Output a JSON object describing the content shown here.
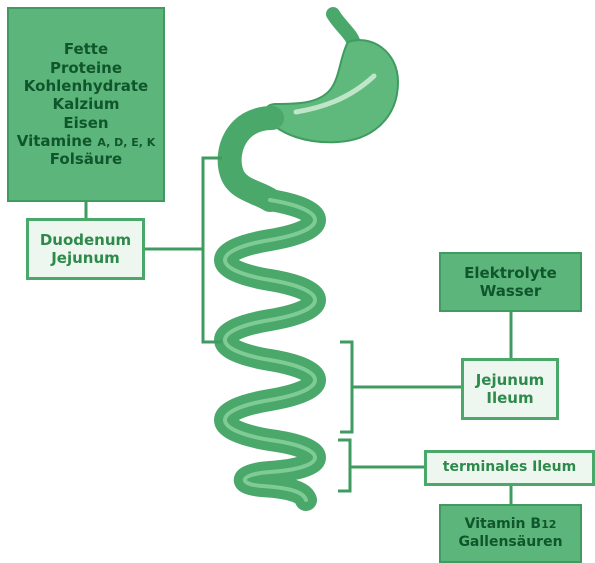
{
  "nutrients_box": {
    "lines": [
      "Fette",
      "Proteine",
      "Kohlenhydrate",
      "Kalzium",
      "Eisen"
    ],
    "vitamine_label": "Vitamine",
    "vitamine_letters": "A, D, E, K",
    "last_line": "Folsäure"
  },
  "duodenum_box": {
    "lines": [
      "Duodenum",
      "Jejunum"
    ]
  },
  "electrolyte_box": {
    "lines": [
      "Elektrolyte",
      "Wasser"
    ]
  },
  "jejunum_ileum_box": {
    "lines": [
      "Jejunum",
      "Ileum"
    ]
  },
  "terminal_box": {
    "label": "terminales Ileum"
  },
  "b12_box": {
    "vitamin_label": "Vitamin B",
    "vitamin_sub": "12",
    "line2": "Gallensäuren"
  },
  "colors": {
    "dark_green": "#3f9b60",
    "medium_green": "#5cb57a",
    "light_green_fill": "#eef7ef",
    "text_dark": "#10562c"
  }
}
